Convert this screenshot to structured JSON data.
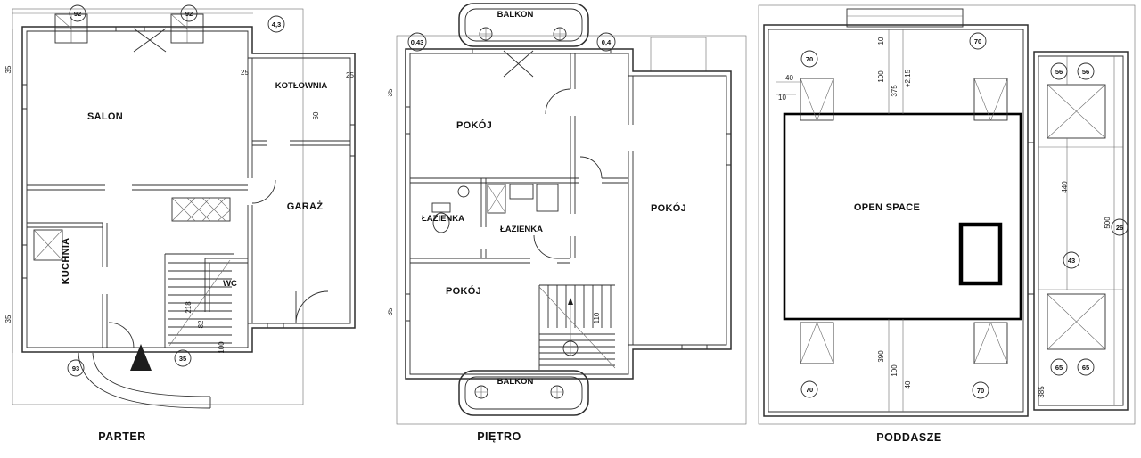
{
  "sheet": {
    "background": "#ffffff",
    "line_color": "#2e2e2e",
    "accent_color": "#000000"
  },
  "plans": {
    "parter": {
      "title": "PARTER",
      "rooms": {
        "salon": "SALON",
        "kotlownia": "KOTŁOWNIA",
        "garaz": "GARAŻ",
        "kuchnia": "KUCHNIA",
        "wc": "WC"
      },
      "dims": {
        "c92a": "92",
        "c92b": "92",
        "c43": "4,3",
        "c93": "93",
        "c35": "35",
        "t35a": "35",
        "t35b": "35",
        "t25a": "25",
        "t25b": "25",
        "t60": "60",
        "t218": "218",
        "t82": "82",
        "t100": "100"
      }
    },
    "pietro": {
      "title": "PIĘTRO",
      "rooms": {
        "balkon_top": "BALKON",
        "pokoj_1": "POKÓJ",
        "lazienka_1": "ŁAZIENKA",
        "lazienka_2": "ŁAZIENKA",
        "pokoj_2": "POKÓJ",
        "pokoj_3": "POKÓJ",
        "balkon_bottom": "BALKON"
      },
      "dims": {
        "c043": "0,43",
        "c04": "0,4",
        "t35a": "35",
        "t35b": "35",
        "t110": "110"
      }
    },
    "poddasze": {
      "title": "PODDASZE",
      "rooms": {
        "open_space": "OPEN SPACE"
      },
      "dims": {
        "c70a": "70",
        "c70b": "70",
        "c70c": "70",
        "c70d": "70",
        "c56a": "56",
        "c56b": "56",
        "c65a": "65",
        "c65b": "65",
        "c26": "26",
        "c43": "43",
        "t10a": "10",
        "t100a": "100",
        "t375": "375",
        "t215": "+2,15",
        "t390": "390",
        "t100b": "100",
        "t40a": "40",
        "t40b": "40",
        "t10b": "10",
        "t440": "440",
        "t500": "500",
        "t385": "385"
      }
    }
  }
}
